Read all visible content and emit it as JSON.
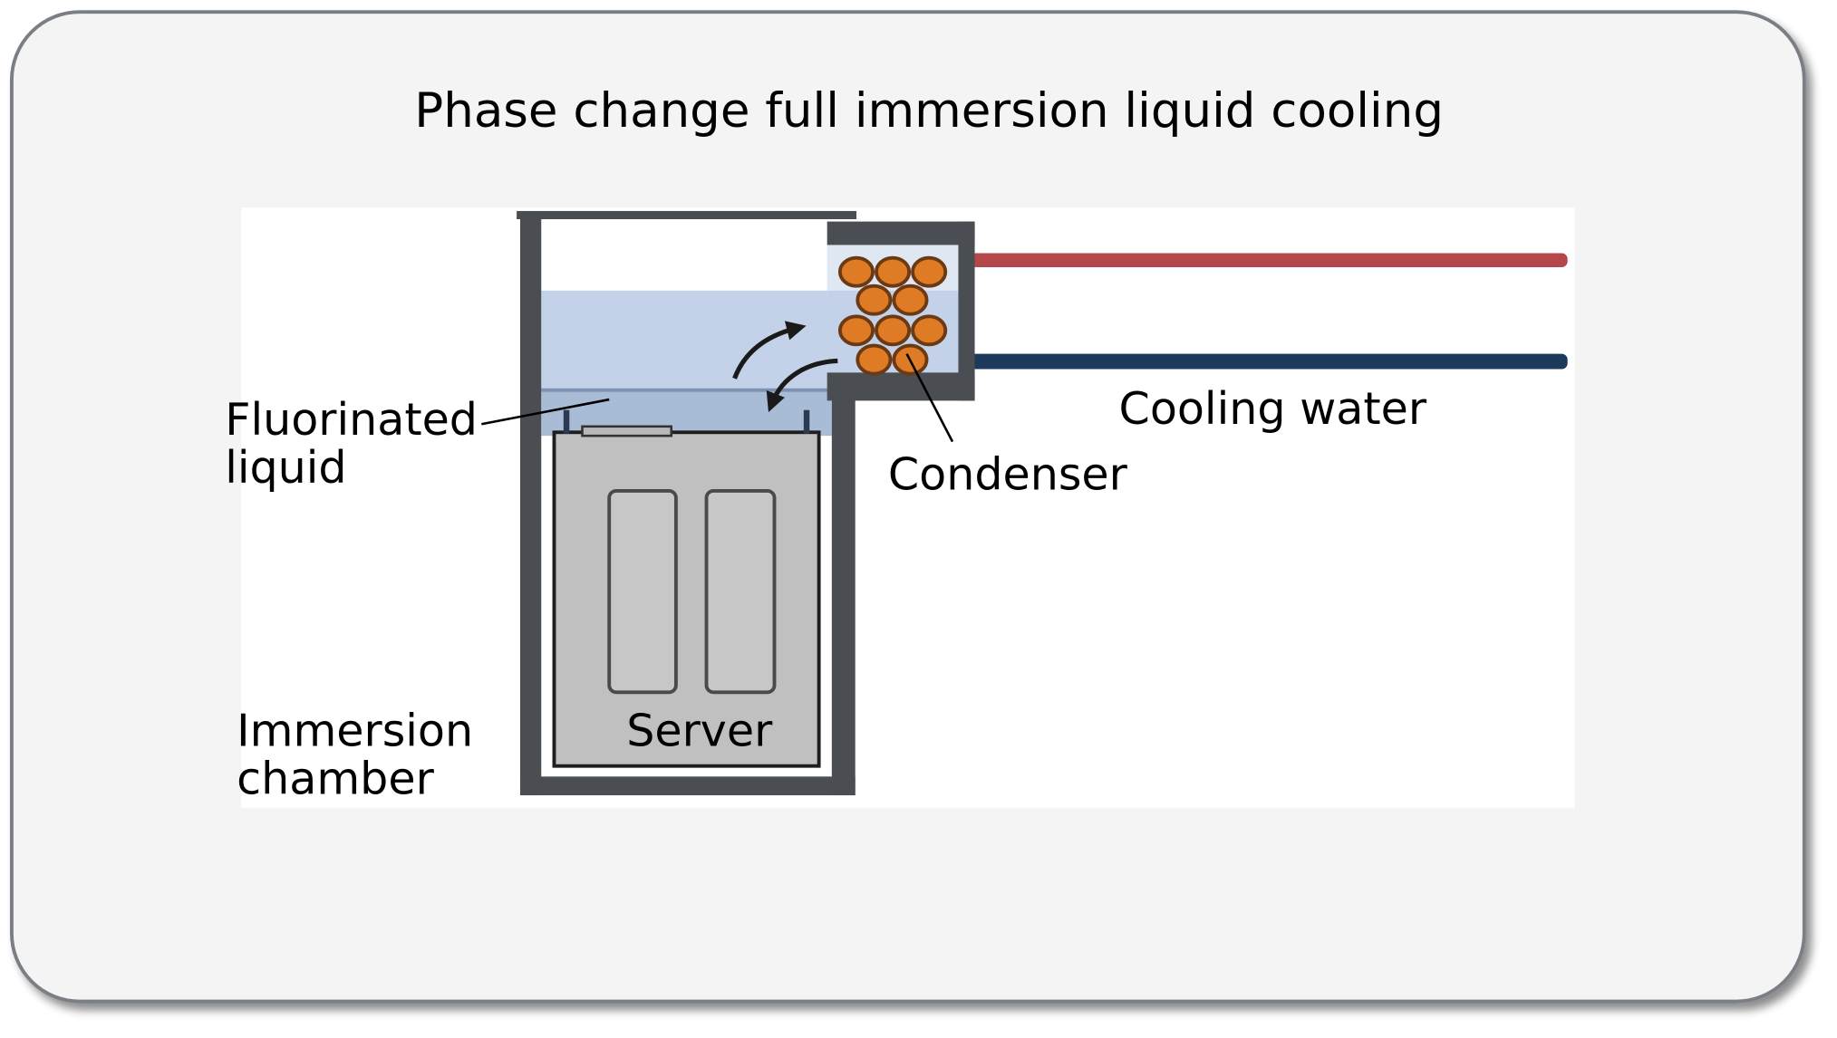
{
  "title": "Phase change full immersion liquid cooling",
  "labels": {
    "fluorinated_liquid": [
      "Fluorinated",
      "liquid"
    ],
    "immersion_chamber": [
      "Immersion",
      "chamber"
    ],
    "server": "Server",
    "condenser": "Condenser",
    "cooling_water": "Cooling water"
  },
  "colors": {
    "card_background": "#f4f4f4",
    "card_border": "#7a7f86",
    "diagram_background": "#ffffff",
    "chamber_wall": "#4a4d52",
    "vapor_zone": "#c3d2e8",
    "liquid_zone": "#a9bcd6",
    "server_body": "#c0c0c0",
    "condenser_tube": "#e07b25",
    "condenser_tube_outline": "#6b3a14",
    "hot_water_pipe": "#b5474a",
    "cold_water_pipe": "#1b3a5c",
    "arrow": "#1a1a1a"
  },
  "components": [
    {
      "name": "immersion-chamber",
      "label_key": "immersion_chamber"
    },
    {
      "name": "server",
      "label_key": "server"
    },
    {
      "name": "fluorinated-liquid",
      "label_key": "fluorinated_liquid"
    },
    {
      "name": "condenser",
      "label_key": "condenser"
    },
    {
      "name": "cooling-water-pipes",
      "label_key": "cooling_water"
    }
  ],
  "flow_arrows": [
    {
      "name": "vapor-rising-arrow",
      "meaning": "vapor rises toward condenser"
    },
    {
      "name": "condensate-return-arrow",
      "meaning": "condensed liquid returns to bath"
    }
  ]
}
